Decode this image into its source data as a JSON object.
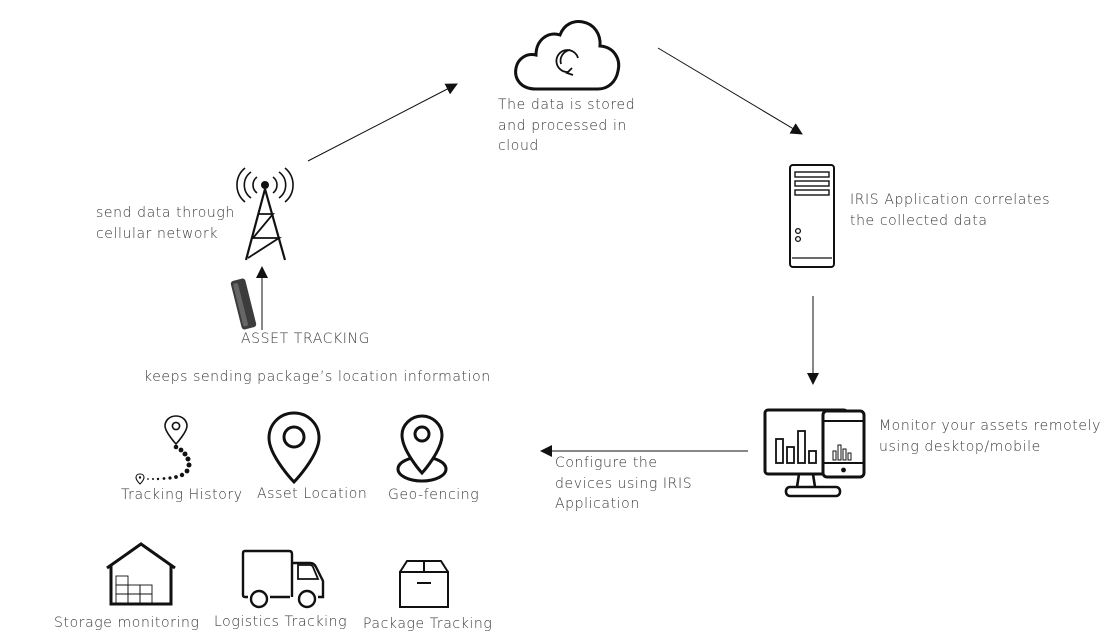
{
  "colors": {
    "stroke": "#111111",
    "text": "#3a3a3a",
    "background": "#ffffff",
    "device": "#3c3c3c"
  },
  "nodes": {
    "cloud": {
      "icon": "cloud-sync-icon",
      "lines": [
        "The data is stored",
        "and processed in",
        "cloud"
      ]
    },
    "tower": {
      "icon": "cell-tower-icon",
      "lines": [
        "send data through",
        "cellular network"
      ]
    },
    "server": {
      "icon": "server-icon",
      "lines": [
        "IRIS Application correlates",
        " the collected data"
      ]
    },
    "tracker": {
      "icon": "tracker-device-icon",
      "label": "ASSET TRACKING",
      "caption": "keeps sending package’s location information"
    },
    "monitor": {
      "icon": "desktop-mobile-icon",
      "lines": [
        "Monitor your assets remotely",
        "using desktop/mobile"
      ]
    },
    "configure": {
      "lines": [
        "Configure the",
        "devices using IRIS",
        "Application"
      ]
    }
  },
  "features": [
    {
      "icon": "tracking-history-icon",
      "label": "Tracking History"
    },
    {
      "icon": "location-pin-icon",
      "label": "Asset Location"
    },
    {
      "icon": "geofence-pin-icon",
      "label": "Geo-fencing"
    },
    {
      "icon": "warehouse-icon",
      "label": "Storage monitoring"
    },
    {
      "icon": "delivery-truck-icon",
      "label": "Logistics Tracking"
    },
    {
      "icon": "package-box-icon",
      "label": "Package Tracking"
    }
  ]
}
